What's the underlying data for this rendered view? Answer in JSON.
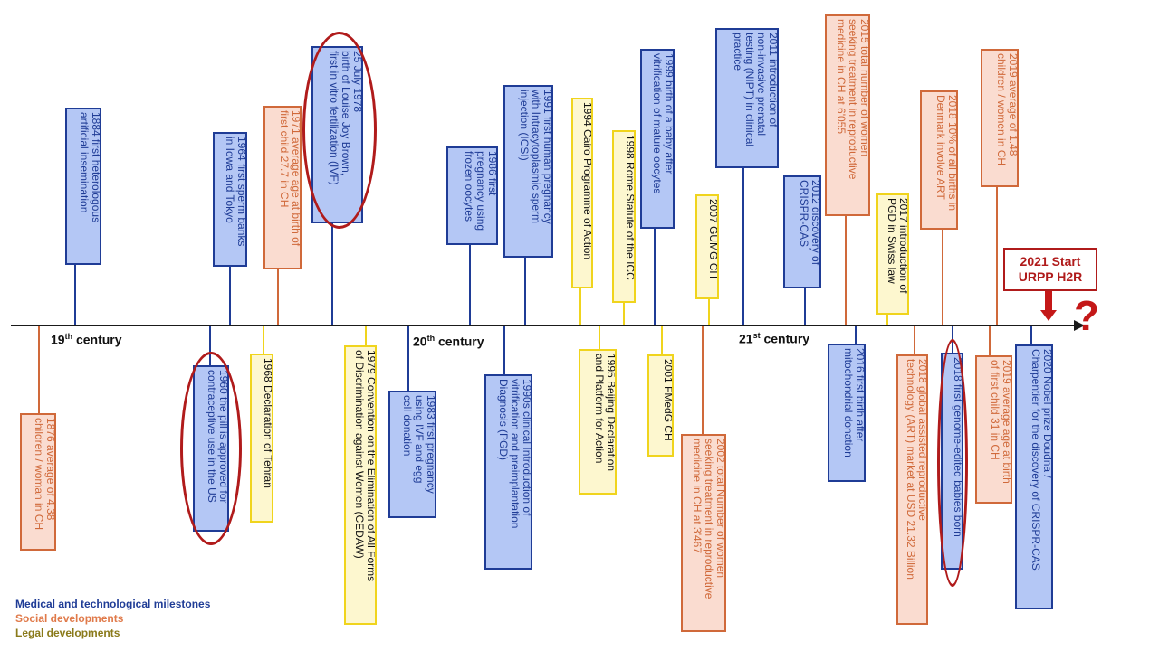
{
  "title": "Timeline of reproductive medicine, social and legal developments",
  "colors": {
    "medical": "#1f3c96",
    "medical_fill": "#b4c7f5",
    "social": "#d0693a",
    "social_fill": "#fadcd0",
    "legal": "#f0d41d",
    "legal_fill": "#fdf7cf",
    "highlight": "#b01b1b"
  },
  "centuries": {
    "c19": {
      "num": "19",
      "sup": "th",
      "label": " century"
    },
    "c20": {
      "num": "20",
      "sup": "th",
      "label": " century"
    },
    "c21": {
      "num": "21",
      "sup": "st",
      "label": " century"
    }
  },
  "events_above": [
    {
      "text": "1884 first heterologous\nartificial insemination",
      "category": "medical"
    },
    {
      "text": "1964 first sperm banks\nin Iowa and Tokyo",
      "category": "medical"
    },
    {
      "text": "1971 average age at birth of\nfirst child 27.7 in CH",
      "category": "social"
    },
    {
      "text": "25 July 1978\nbirth of Louise Joy Brown,\nfirst in vitro fertilization (IVF)",
      "category": "medical"
    },
    {
      "text": "1986 first\npregnancy using\nfrozen oocytes",
      "category": "medical"
    },
    {
      "text": "1991 first human pregnancy\nwith Intracytoplasmic sperm\ninjection (ICSI)",
      "category": "medical"
    },
    {
      "text": "1994 Cairo Programme of Action",
      "category": "legal"
    },
    {
      "text": "1998 Rome Statute of the ICC",
      "category": "legal"
    },
    {
      "text": "1999 birth of a baby after\nvitrification of mature oocytes",
      "category": "medical"
    },
    {
      "text": "2007 GUMG CH",
      "category": "legal"
    },
    {
      "text": "2011 introduction of\nnon-invasive prenatal\ntesting (NIPT) in clinical\npractice",
      "category": "medical"
    },
    {
      "text": "2012 discovery of\nCRISPR-CAS",
      "category": "medical"
    },
    {
      "text": "2015 total number of women\nseeking treatment in reproductive\nmedicine in CH at 6'055",
      "category": "social"
    },
    {
      "text": "2017 introduction of\nPGD in Swiss law",
      "category": "legal"
    },
    {
      "text": "2018 10% of all births in\nDenmark involve ART",
      "category": "social"
    },
    {
      "text": "2019 average of 1.48\nchildren / women in CH",
      "category": "social"
    }
  ],
  "events_below": [
    {
      "text": "1876 average of 4.38\nchildren / woman in CH",
      "category": "social"
    },
    {
      "text": "1960 the pill is approved for\ncontraceptive use in the US",
      "category": "medical"
    },
    {
      "text": "1968 Declaration of Tehran",
      "category": "legal"
    },
    {
      "text": "1979 Convention on the Elimination of All Forms\nof Discrimination against Women (CEDAW)",
      "category": "legal"
    },
    {
      "text": "1983 first pregnancy\nusing IVF and egg\ncell donation",
      "category": "medical"
    },
    {
      "text": "1990s clinical Introduction of\nvitrification and preimplantation\nDiagnosis (PGD)",
      "category": "medical"
    },
    {
      "text": "1995 Beijing Declaration\nand Platform for Action",
      "category": "legal"
    },
    {
      "text": "2001 FMedG CH",
      "category": "legal"
    },
    {
      "text": "2002 total Number of women\nseeking treatment in reproductive\nmedicine in CH at 3'467",
      "category": "social"
    },
    {
      "text": "2016 first birth after\nmitochondrial donation",
      "category": "medical"
    },
    {
      "text": "2018 global assisted reproductive\ntechnology (ART) market at USD 21.32 Billion",
      "category": "social"
    },
    {
      "text": "2018 first genome-edited babies born",
      "category": "medical"
    },
    {
      "text": "2019 average age at birth\nof first child 31 in CH",
      "category": "social"
    },
    {
      "text": "2020 Nobel prize Doudna /\nCharpentier for the discovery of CRISPR-CAS",
      "category": "medical"
    }
  ],
  "urpp": {
    "line1": "2021 Start",
    "line2": "URPP H2R"
  },
  "future_marker": "?",
  "legend": {
    "medical": "Medical and technological milestones",
    "social": "Social developments",
    "legal": "Legal developments"
  }
}
